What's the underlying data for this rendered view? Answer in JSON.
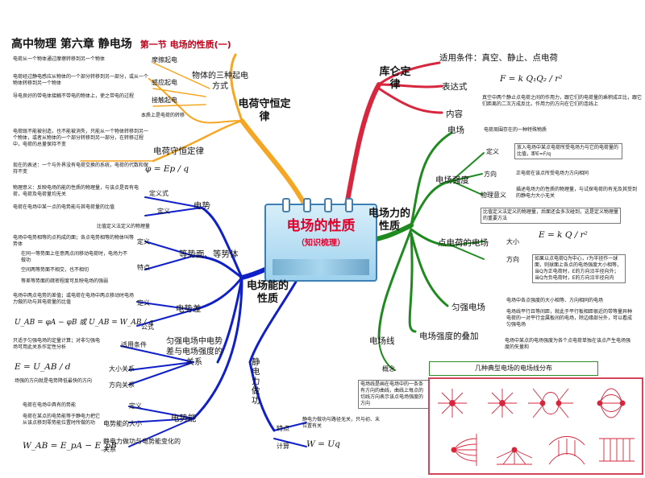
{
  "header": {
    "title": "高中物理    第六章    静电场",
    "section": "第一节    电场的性质(一)"
  },
  "center": {
    "title": "电场的性质",
    "subtitle": "（知识梳理）"
  },
  "colors": {
    "orange": "#f5a623",
    "red": "#d7263d",
    "green": "#1f8a1f",
    "blue": "#1020c8"
  },
  "orange_branch": {
    "label": "电荷守恒定律",
    "charging_methods": {
      "label": "物体的三种起电方式",
      "items": [
        {
          "name": "摩擦起电",
          "desc": "电荷从一个物体通过摩擦转移到另一个物体"
        },
        {
          "name": "感应起电",
          "desc": "电荷经过静电感应从物体的一个部分转移到另一部分，或从一个物体转移到另一个物体"
        },
        {
          "name": "接触起电",
          "desc": "导电良好的带电体接触不带电的物体上，使之带电的过程"
        }
      ],
      "essence": "本质上是电荷的转移"
    },
    "conservation": {
      "label": "电荷守恒定律",
      "desc1": "电荷既不能被创造，也不能被消失，只能从一个物体转移到另一个物体，或者从物体的一个部分转移到另一部分，在转移过程中，电荷的总量保持不变",
      "desc2": "现在的表述：一个与外界没有电荷交换的系统，电荷的代数和保持不变"
    }
  },
  "red_branch": {
    "label": "库仑定律",
    "conditions": "适用条件：真空、静止、点电荷",
    "expression_label": "表达式",
    "formula": "F = k Q₁Q₂ / r²",
    "content_label": "内容",
    "content": "真空中两个静止点电荷之间的作用力，跟它们的电荷量的乘积成正比，跟它们距离的二次方成反比，作用力的方向在它们的连线上"
  },
  "green_branch": {
    "label": "电场力的性质",
    "field": {
      "label": "电场",
      "desc": "电荷周围存在的一种特殊物质"
    },
    "intensity": {
      "label": "电场强度",
      "definition_label": "定义",
      "definition": "放入电场中某点电荷所受电场力与它的电荷量的比值，即E=F/q",
      "direction_label": "方向",
      "direction": "正电荷在该点所受电场力方向相同",
      "meaning_label": "物理意义",
      "meaning": "描述电场力的性质的物理量，与试探电荷的有无及其受到的静电力大小无关",
      "ratio_note": "比值定义法定义的物理量，后面还会多次碰到，这是定义物理量的重要方法"
    },
    "point_charge": {
      "label": "点电荷的电场",
      "size_label": "大小",
      "formula": "E = k Q / r²",
      "direction_label": "方向",
      "direction": "如果以点电荷Q为中心，r为半径作一球面，则球面上各点的电场强度大小相等，当Q为正电荷时，E的方向沿半径向外；当Q为负电荷时，E的方向沿半径向内"
    },
    "uniform": {
      "label": "匀强电场",
      "note1": "电场中各点强度的大小相等、方向相同的电场",
      "note2": "电场线平行且等间距，就此于平行板相距很近的带等量异种电荷的一对平行金属板间的电场，除边缘部分外，可以看成匀强电场"
    },
    "superposition": {
      "label": "电场强度的叠加",
      "desc": "电场中某点的电场强度为各个点电荷单独在该点产生电场强度的矢量和"
    },
    "field_lines": {
      "label": "电场线",
      "concept_label": "概念",
      "concept": "电场线是画在电场中的一条条有方向的曲线，曲线上每点的切线方向表示该点电场强度的方向",
      "figure_title": "几种典型电场的电场线分布"
    }
  },
  "blue_branch": {
    "label": "电场能的性质",
    "potential": {
      "label": "电势",
      "formula": "φ = Ep / q",
      "definition_label": "定义式",
      "definition_note": "物理意义：反映电场的能的性质的物理量，与该点是否有电荷，电荷及电荷量均无关",
      "definition2_label": "定义",
      "definition2": "电荷在电场中某一点的电势能与其电荷量的比值",
      "ratio_note": "比值定义法定义的物理量"
    },
    "equipotential": {
      "label": "等势面、等势体",
      "definition_label": "定义",
      "definition": "电场中电势相等的点构成的面；各点电势相等的物体叫等势体",
      "features_label": "特点",
      "f1": "在同一等势面上任意两点间移动电荷时，电场力不做功",
      "f2": "空间两等势面不相交，也不相切",
      "f3": "等差等势面的疏密程度可反映电场的强弱"
    },
    "potential_difference": {
      "label": "电势差",
      "definition_label": "定义",
      "definition": "电场中两点电势的差值；或电荷在电场中两点移动时电场力做的功与其电荷量的比值",
      "formula_label": "公式",
      "formula": "U_AB = φA − φB  或  U_AB = W_AB / q"
    },
    "uniform_relation": {
      "label": "匀强电场中电势差与电场强度的关系",
      "conditions_label": "适用条件",
      "conditions": "只适于匀强电场的定量计算；对非匀强电场可用此关系作定性分析",
      "formula": "E = U_AB / d",
      "magnitude_label": "大小关系",
      "direction_label": "方向关系",
      "direction": "场强的方向就是电势降低最快的方向"
    },
    "potential_energy": {
      "label": "电势能",
      "definition_label": "定义",
      "definition": "电荷在电场中具有的势能",
      "magnitude_label": "电势能的大小",
      "magnitude": "电荷在某点的电势能等于静电力把它从该点移到零势能位置时所做的功",
      "relation_label": "静电力做功与电势能变化的关系",
      "formula": "W_AB = E_pA − E_pB"
    },
    "work": {
      "label": "静电力做功",
      "features_label": "特点",
      "features": "静电力做功与路径无关，只与初、末位置有关",
      "calc_label": "计算",
      "formula": "W = Uq"
    }
  }
}
